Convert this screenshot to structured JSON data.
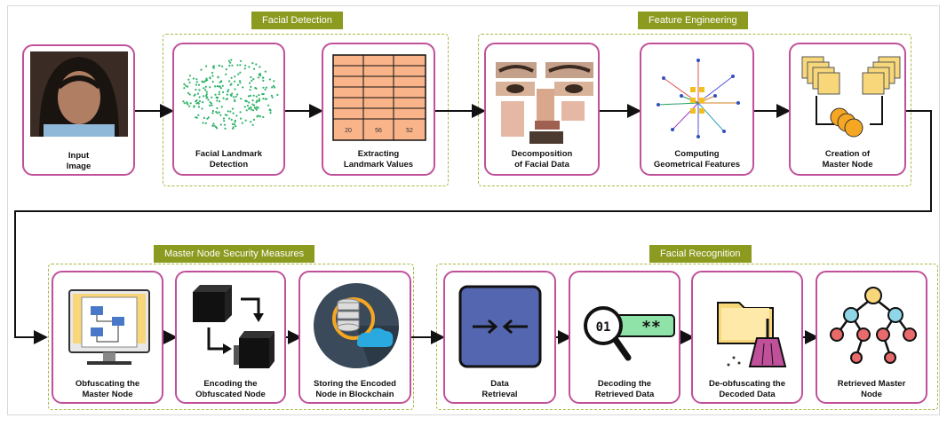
{
  "groups": {
    "facial_detection": "Facial Detection",
    "feature_engineering": "Feature Engineering",
    "security_measures": "Master Node Security Measures",
    "facial_recognition": "Facial Recognition"
  },
  "cards": {
    "input_image": [
      "Input",
      "Image"
    ],
    "facial_landmark": [
      "Facial Landmark",
      "Detection"
    ],
    "extracting_values": [
      "Extracting",
      "Landmark Values"
    ],
    "decomposition": [
      "Decomposition",
      "of Facial Data"
    ],
    "computing_features": [
      "Computing",
      "Geometrical Features"
    ],
    "creation_master": [
      "Creation of",
      "Master Node"
    ],
    "obfuscating": [
      "Obfuscating the",
      "Master Node"
    ],
    "encoding": [
      "Encoding the",
      "Obfuscated Node"
    ],
    "storing": [
      "Storing the Encoded",
      "Node in Blockchain"
    ],
    "data_retrieval": [
      "Data",
      "Retrieval"
    ],
    "decoding": [
      "Decoding the",
      "Retrieved Data"
    ],
    "deobfuscating": [
      "De-obfuscating the",
      "Decoded Data"
    ],
    "retrieved_master": [
      "Retrieved Master",
      "Node"
    ]
  },
  "landmark_table": {
    "values": [
      "20",
      "56",
      "52"
    ]
  },
  "decoding_icon_text": {
    "digits": "01",
    "stars": "**"
  },
  "colors": {
    "card_border": "#c0509a",
    "group_border": "#a8b840",
    "group_title_bg": "#8c9a1f",
    "table_fill": "#f9b48a",
    "master_node_fill": "#f8d77a",
    "retrieval_icon": "#5566b0"
  }
}
